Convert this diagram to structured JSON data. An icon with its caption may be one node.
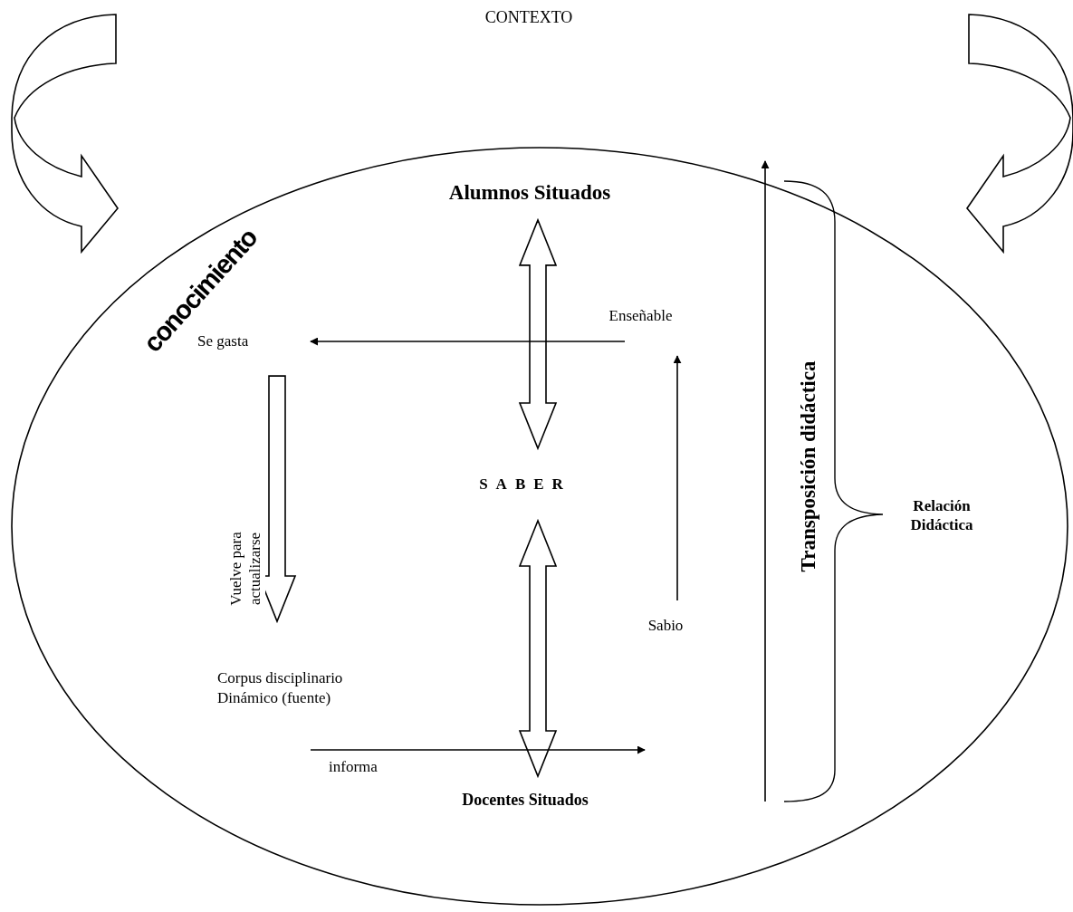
{
  "diagram": {
    "nodes": [
      {
        "text": [],
        "shape": "ellipse"
      },
      {
        "text": [
          "Alumnos Situados"
        ],
        "in": 0
      },
      {
        "text": [
          "SABER"
        ],
        "in": 0
      },
      {
        "text": [
          "Docentes Situados"
        ],
        "in": 0
      },
      {
        "text": [
          "Se gasta"
        ],
        "in": 0
      },
      {
        "text": [
          "Enseñable"
        ],
        "in": 0
      },
      {
        "text": [
          "Sabio"
        ],
        "in": 0
      },
      {
        "text": [
          "Corpus disciplinario Dinámico (fuente)"
        ],
        "in": 0
      }
    ],
    "edges": [
      {
        "from": 2,
        "to": 1,
        "arrow": "both",
        "style": "thick"
      },
      {
        "from": 2,
        "to": 3,
        "arrow": "both",
        "style": "thick"
      },
      {
        "from": 5,
        "to": 4,
        "arrow": "to"
      },
      {
        "from": 6,
        "to": 5,
        "arrow": "to"
      },
      {
        "from": 4,
        "to": 7,
        "arrow": "to",
        "style": "thick",
        "label": "Vuelve para actualizarse"
      },
      {
        "from": 7,
        "to": null,
        "arrow": "to",
        "label": "informa"
      },
      {
        "from": null,
        "to": 0,
        "arrow": "to",
        "style": "thick"
      },
      {
        "from": null,
        "to": 0,
        "arrow": "to",
        "style": "thick"
      }
    ],
    "labels": [
      "CONTEXTO",
      "conocimiento",
      "Transposición didáctica",
      "Relación Didáctica"
    ]
  }
}
